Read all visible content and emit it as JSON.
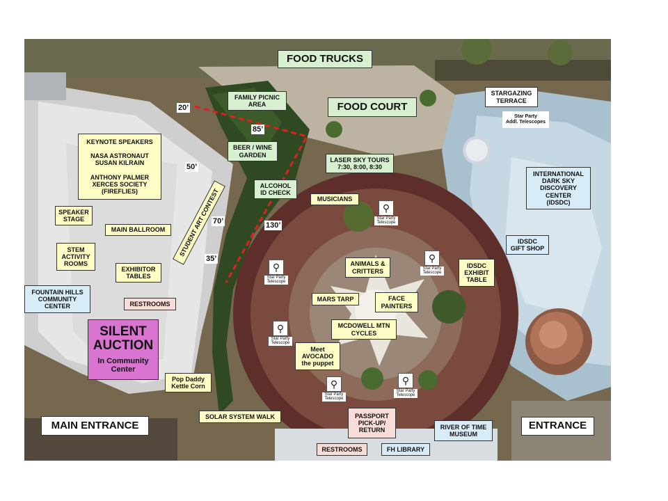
{
  "map_labels": {
    "food_trucks": "FOOD TRUCKS",
    "food_court": "FOOD COURT",
    "family_picnic": "FAMILY PICNIC\nAREA",
    "stargazing_terrace": "STARGAZING\nTERRACE",
    "star_party_addl": "Star Party\nAddl. Telescopes",
    "keynote": "KEYNOTE SPEAKERS\n\nNASA ASTRONAUT\nSUSAN KILRAIN\n\nANTHONY PALMER\nXERCES SOCIETY\n(FIREFLIES)",
    "beer_wine": "BEER / WINE\nGARDEN",
    "laser_sky": "LASER SKY TOURS\n7:30, 8:00, 8:30",
    "idsdc": "INTERNATIONAL\nDARK SKY\nDISCOVERY\nCENTER\n(IDSDC)",
    "alcohol_id": "ALCOHOL\nID CHECK",
    "musicians": "MUSICIANS",
    "speaker_stage": "SPEAKER\nSTAGE",
    "main_ballroom": "MAIN BALLROOM",
    "student_art": "STUDENT ART CONTEST",
    "idsdc_gift": "IDSDC\nGIFT SHOP",
    "stem": "STEM\nACTIVITY\nROOMS",
    "exhibitor": "EXHIBITOR\nTABLES",
    "animals": "ANIMALS &\nCRITTERS",
    "idsdc_exhibit": "IDSDC\nEXHIBIT\nTABLE",
    "fountain_hills": "FOUNTAIN HILLS\nCOMMUNITY\nCENTER",
    "restrooms_left": "RESTROOMS",
    "mars_tarp": "MARS TARP",
    "face_painters": "FACE\nPAINTERS",
    "silent_auction_title": "SILENT\nAUCTION",
    "silent_auction_sub": "In Community\nCenter",
    "mcdowell": "MCDOWELL MTN\nCYCLES",
    "avocado": "Meet\nAVOCADO\nthe puppet",
    "pop_daddy": "Pop Daddy\nKettle Corn",
    "main_entrance": "MAIN ENTRANCE",
    "entrance": "ENTRANCE",
    "solar_walk": "SOLAR SYSTEM WALK",
    "passport": "PASSPORT\nPICK-UP/\nRETURN",
    "river_of_time": "RIVER OF TIME\nMUSEUM",
    "restrooms_bottom": "RESTROOMS",
    "fh_library": "FH LIBRARY"
  },
  "distances": {
    "d20": "20’",
    "d85": "85’",
    "d50": "50’",
    "d130": "130’",
    "d70": "70’",
    "d35": "35’"
  },
  "telescope_label": "Star Party\nTelescope",
  "colors": {
    "boundary": "#e02020",
    "yellow_label": "#fdfcc4",
    "green_label": "#d6f0d0",
    "blue_label": "#d8ecf7",
    "pink_label": "#f8dcd7",
    "magenta_label": "#d975d1"
  }
}
